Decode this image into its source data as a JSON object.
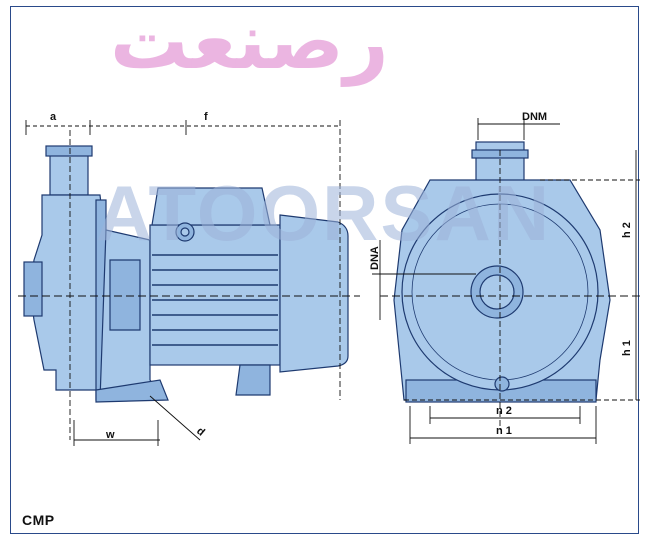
{
  "watermark": {
    "top_text": "رصنعت",
    "main_text": "ATOORSAN"
  },
  "labels": {
    "a": "a",
    "f": "f",
    "w": "w",
    "d": "d",
    "dnm": "DNM",
    "dna": "DNA",
    "h1": "h 1",
    "h2": "h 2",
    "n1": "n 1",
    "n2": "n 2"
  },
  "model": "CMP",
  "colors": {
    "pump_fill": "#a9c9ea",
    "pump_shadow": "#8fb4de",
    "outline": "#1e3a70",
    "frame": "#2a4a8a",
    "watermark_pink": "#e8a9dc",
    "watermark_blue": "#9db3d9"
  }
}
